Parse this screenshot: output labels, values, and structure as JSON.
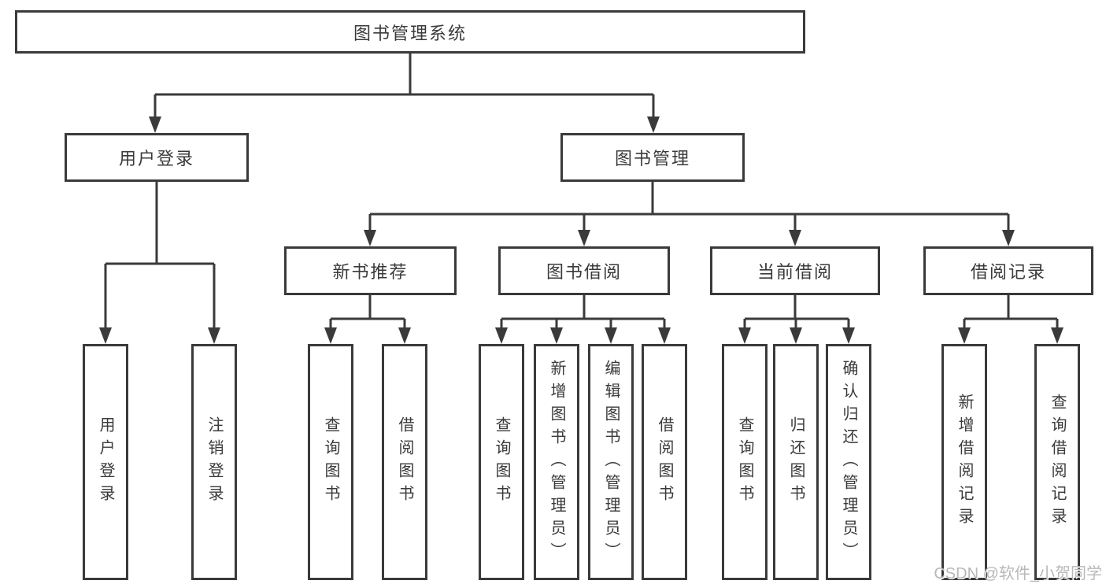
{
  "colors": {
    "line": "#3a3a3a",
    "box_border": "#3a3a3a",
    "text": "#3a3a3a",
    "watermark": "#b8b8b8",
    "background": "#ffffff"
  },
  "watermark": "CSDN @软件_小贺同学",
  "tree": {
    "root": {
      "label": "图书管理系统",
      "children": [
        {
          "label": "用户登录",
          "children": [
            {
              "label": "用户登录"
            },
            {
              "label": "注销登录"
            }
          ]
        },
        {
          "label": "图书管理",
          "children": [
            {
              "label": "新书推荐",
              "children": [
                {
                  "label": "查询图书"
                },
                {
                  "label": "借阅图书"
                }
              ]
            },
            {
              "label": "图书借阅",
              "children": [
                {
                  "label": "查询图书"
                },
                {
                  "label": "新增图书（管理员）"
                },
                {
                  "label": "编辑图书（管理员）"
                },
                {
                  "label": "借阅图书"
                }
              ]
            },
            {
              "label": "当前借阅",
              "children": [
                {
                  "label": "查询图书"
                },
                {
                  "label": "归还图书"
                },
                {
                  "label": "确认归还（管理员）"
                }
              ]
            },
            {
              "label": "借阅记录",
              "children": [
                {
                  "label": "新增借阅记录"
                },
                {
                  "label": "查询借阅记录"
                }
              ]
            }
          ]
        }
      ]
    }
  }
}
